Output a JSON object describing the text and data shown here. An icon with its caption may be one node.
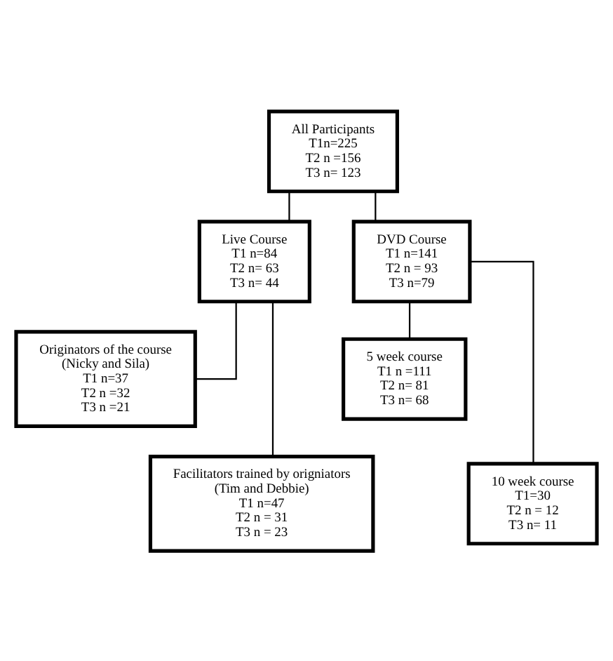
{
  "diagram": {
    "nodes": [
      {
        "text": [
          "All Participants",
          "T1n=225",
          "T2 n =156",
          "T3 n= 123"
        ]
      },
      {
        "text": [
          "Live Course",
          "T1 n=84",
          "T2 n= 63",
          "T3 n= 44"
        ]
      },
      {
        "text": [
          "DVD Course",
          "T1 n=141",
          "T2 n = 93",
          "T3 n=79"
        ]
      },
      {
        "text": [
          "Originators of the course",
          "(Nicky and Sila)",
          "T1 n=37",
          "T2 n =32",
          "T3 n =21"
        ]
      },
      {
        "text": [
          "Facilitators trained by origniators",
          "(Tim and Debbie)",
          "T1 n=47",
          "T2 n = 31",
          "T3 n = 23"
        ]
      },
      {
        "text": [
          "5 week course",
          "T1 n =111",
          "T2 n= 81",
          "T3 n= 68"
        ]
      },
      {
        "text": [
          "10 week course",
          "T1=30",
          "T2 n = 12",
          "T3 n= 11"
        ]
      }
    ],
    "edges": [
      {
        "from": 0,
        "to": 1,
        "arrow": "none"
      },
      {
        "from": 0,
        "to": 2,
        "arrow": "none"
      },
      {
        "from": 1,
        "to": 3,
        "arrow": "none"
      },
      {
        "from": 1,
        "to": 4,
        "arrow": "none"
      },
      {
        "from": 2,
        "to": 5,
        "arrow": "none"
      },
      {
        "from": 2,
        "to": 6,
        "arrow": "none"
      }
    ]
  }
}
